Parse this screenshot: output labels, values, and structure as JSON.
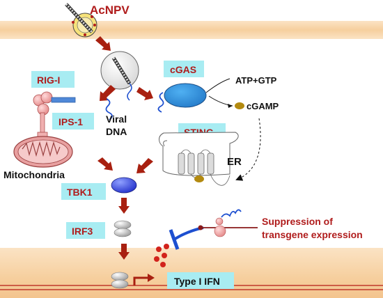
{
  "labels": {
    "virus": "AcNPV",
    "cgas": "cGAS",
    "atp_gtp": "ATP+GTP",
    "cgamp": "cGAMP",
    "rig_i": "RIG-I",
    "ips_1": "IPS-1",
    "viral_dna_line1": "Viral",
    "viral_dna_line2": "DNA",
    "sting": "STING",
    "er": "ER",
    "mitochondria": "Mitochondria",
    "tbk1": "TBK1",
    "irf3": "IRF3",
    "suppression_line1": "Suppression of",
    "suppression_line2": "transgene expression",
    "type_i_ifn": "Type I IFN"
  },
  "colors": {
    "label_box_fill": "#a8ecf2",
    "label_text": "#b01c1c",
    "membrane_band": "#f8d5a8",
    "arrow": "#a82010",
    "inhibit": "#1d4fd0",
    "cgas_fill": "#2f8ed9",
    "tbk1_fill": "#3340d8",
    "cgamp_fill": "#b38a10",
    "ifn_dots": "#d2231c"
  }
}
